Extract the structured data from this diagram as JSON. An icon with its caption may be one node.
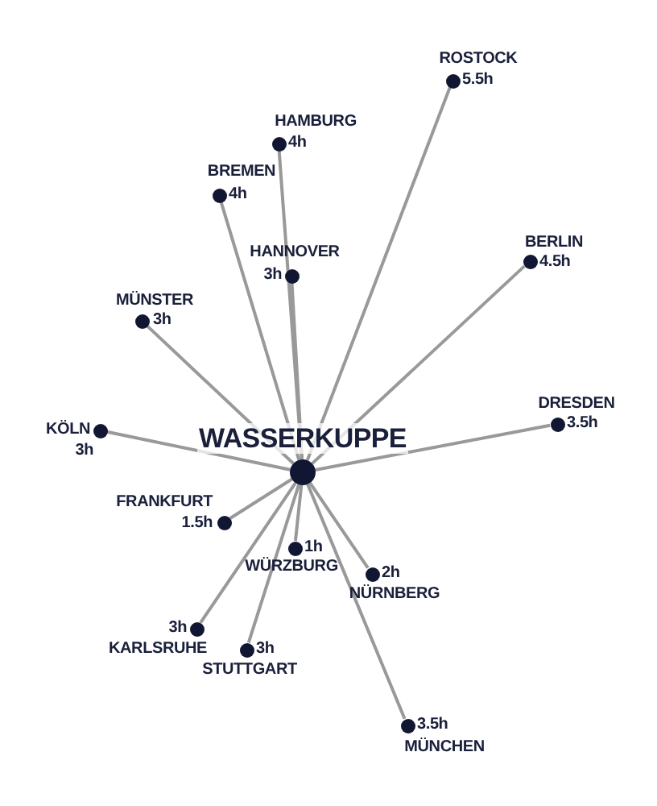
{
  "diagram": {
    "nodes": [
      {
        "text": [],
        "shape": "circle",
        "beside": [
          "WASSERKUPPE"
        ]
      },
      {
        "text": [],
        "shape": "circle",
        "beside": [
          "ROSTOCK",
          "5.5h"
        ]
      },
      {
        "text": [],
        "shape": "circle",
        "beside": [
          "HAMBURG",
          "4h"
        ]
      },
      {
        "text": [],
        "shape": "circle",
        "beside": [
          "BREMEN",
          "4h"
        ]
      },
      {
        "text": [],
        "shape": "circle",
        "beside": [
          "HANNOVER",
          "3h"
        ]
      },
      {
        "text": [],
        "shape": "circle",
        "beside": [
          "BERLIN",
          "4.5h"
        ]
      },
      {
        "text": [],
        "shape": "circle",
        "beside": [
          "MÜNSTER",
          "3h"
        ]
      },
      {
        "text": [],
        "shape": "circle",
        "beside": [
          "DRESDEN",
          "3.5h"
        ]
      },
      {
        "text": [],
        "shape": "circle",
        "beside": [
          "KÖLN",
          "3h"
        ]
      },
      {
        "text": [],
        "shape": "circle",
        "beside": [
          "FRANKFURT",
          "1.5h"
        ]
      },
      {
        "text": [],
        "shape": "circle",
        "beside": [
          "1h",
          "WÜRZBURG"
        ]
      },
      {
        "text": [],
        "shape": "circle",
        "beside": [
          "2h",
          "NÜRNBERG"
        ]
      },
      {
        "text": [],
        "shape": "circle",
        "beside": [
          "3h",
          "KARLSRUHE"
        ]
      },
      {
        "text": [],
        "shape": "circle",
        "beside": [
          "3h",
          "STUTTGART"
        ]
      },
      {
        "text": [],
        "shape": "circle",
        "beside": [
          "3.5h",
          "MÜNCHEN"
        ]
      }
    ],
    "edges": [
      {
        "from": 0,
        "to": 1,
        "arrow": "none"
      },
      {
        "from": 0,
        "to": 2,
        "arrow": "none"
      },
      {
        "from": 0,
        "to": 3,
        "arrow": "none"
      },
      {
        "from": 0,
        "to": 4,
        "arrow": "none"
      },
      {
        "from": 0,
        "to": 5,
        "arrow": "none"
      },
      {
        "from": 0,
        "to": 6,
        "arrow": "none"
      },
      {
        "from": 0,
        "to": 7,
        "arrow": "none"
      },
      {
        "from": 0,
        "to": 8,
        "arrow": "none"
      },
      {
        "from": 0,
        "to": 9,
        "arrow": "none"
      },
      {
        "from": 0,
        "to": 10,
        "arrow": "none"
      },
      {
        "from": 0,
        "to": 11,
        "arrow": "none"
      },
      {
        "from": 0,
        "to": 12,
        "arrow": "none"
      },
      {
        "from": 0,
        "to": 13,
        "arrow": "none"
      },
      {
        "from": 0,
        "to": 14,
        "arrow": "none"
      }
    ]
  }
}
